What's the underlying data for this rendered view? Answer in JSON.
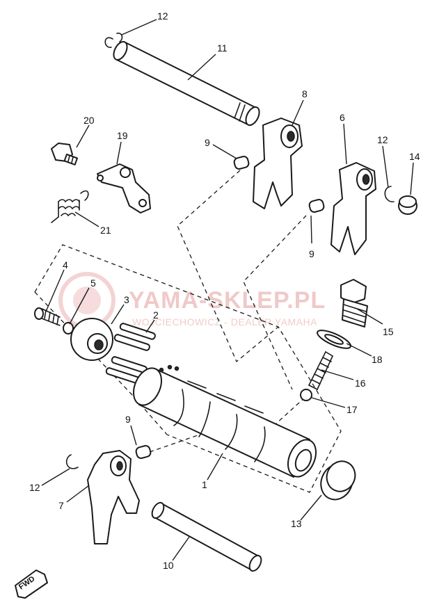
{
  "watermark": {
    "brand": "YAMA-SKLEP.PL",
    "subline": "WOJCIECHOWICZ - DEALER YAMAHA",
    "color": "#f0c9c9"
  },
  "direction_badge": {
    "text": "FWD",
    "icon": "forward-arrow-icon"
  },
  "callouts": [
    {
      "id": "label-1",
      "text": "1"
    },
    {
      "id": "label-2",
      "text": "2"
    },
    {
      "id": "label-3",
      "text": "3"
    },
    {
      "id": "label-4",
      "text": "4"
    },
    {
      "id": "label-5",
      "text": "5"
    },
    {
      "id": "label-6",
      "text": "6"
    },
    {
      "id": "label-7",
      "text": "7"
    },
    {
      "id": "label-8",
      "text": "8"
    },
    {
      "id": "label-9a",
      "text": "9"
    },
    {
      "id": "label-9b",
      "text": "9"
    },
    {
      "id": "label-9c",
      "text": "9"
    },
    {
      "id": "label-10",
      "text": "10"
    },
    {
      "id": "label-11",
      "text": "11"
    },
    {
      "id": "label-12a",
      "text": "12"
    },
    {
      "id": "label-12b",
      "text": "12"
    },
    {
      "id": "label-12c",
      "text": "12"
    },
    {
      "id": "label-13",
      "text": "13"
    },
    {
      "id": "label-14",
      "text": "14"
    },
    {
      "id": "label-15",
      "text": "15"
    },
    {
      "id": "label-16",
      "text": "16"
    },
    {
      "id": "label-17",
      "text": "17"
    },
    {
      "id": "label-18",
      "text": "18"
    },
    {
      "id": "label-19",
      "text": "19"
    },
    {
      "id": "label-20",
      "text": "20"
    },
    {
      "id": "label-21",
      "text": "21"
    }
  ]
}
